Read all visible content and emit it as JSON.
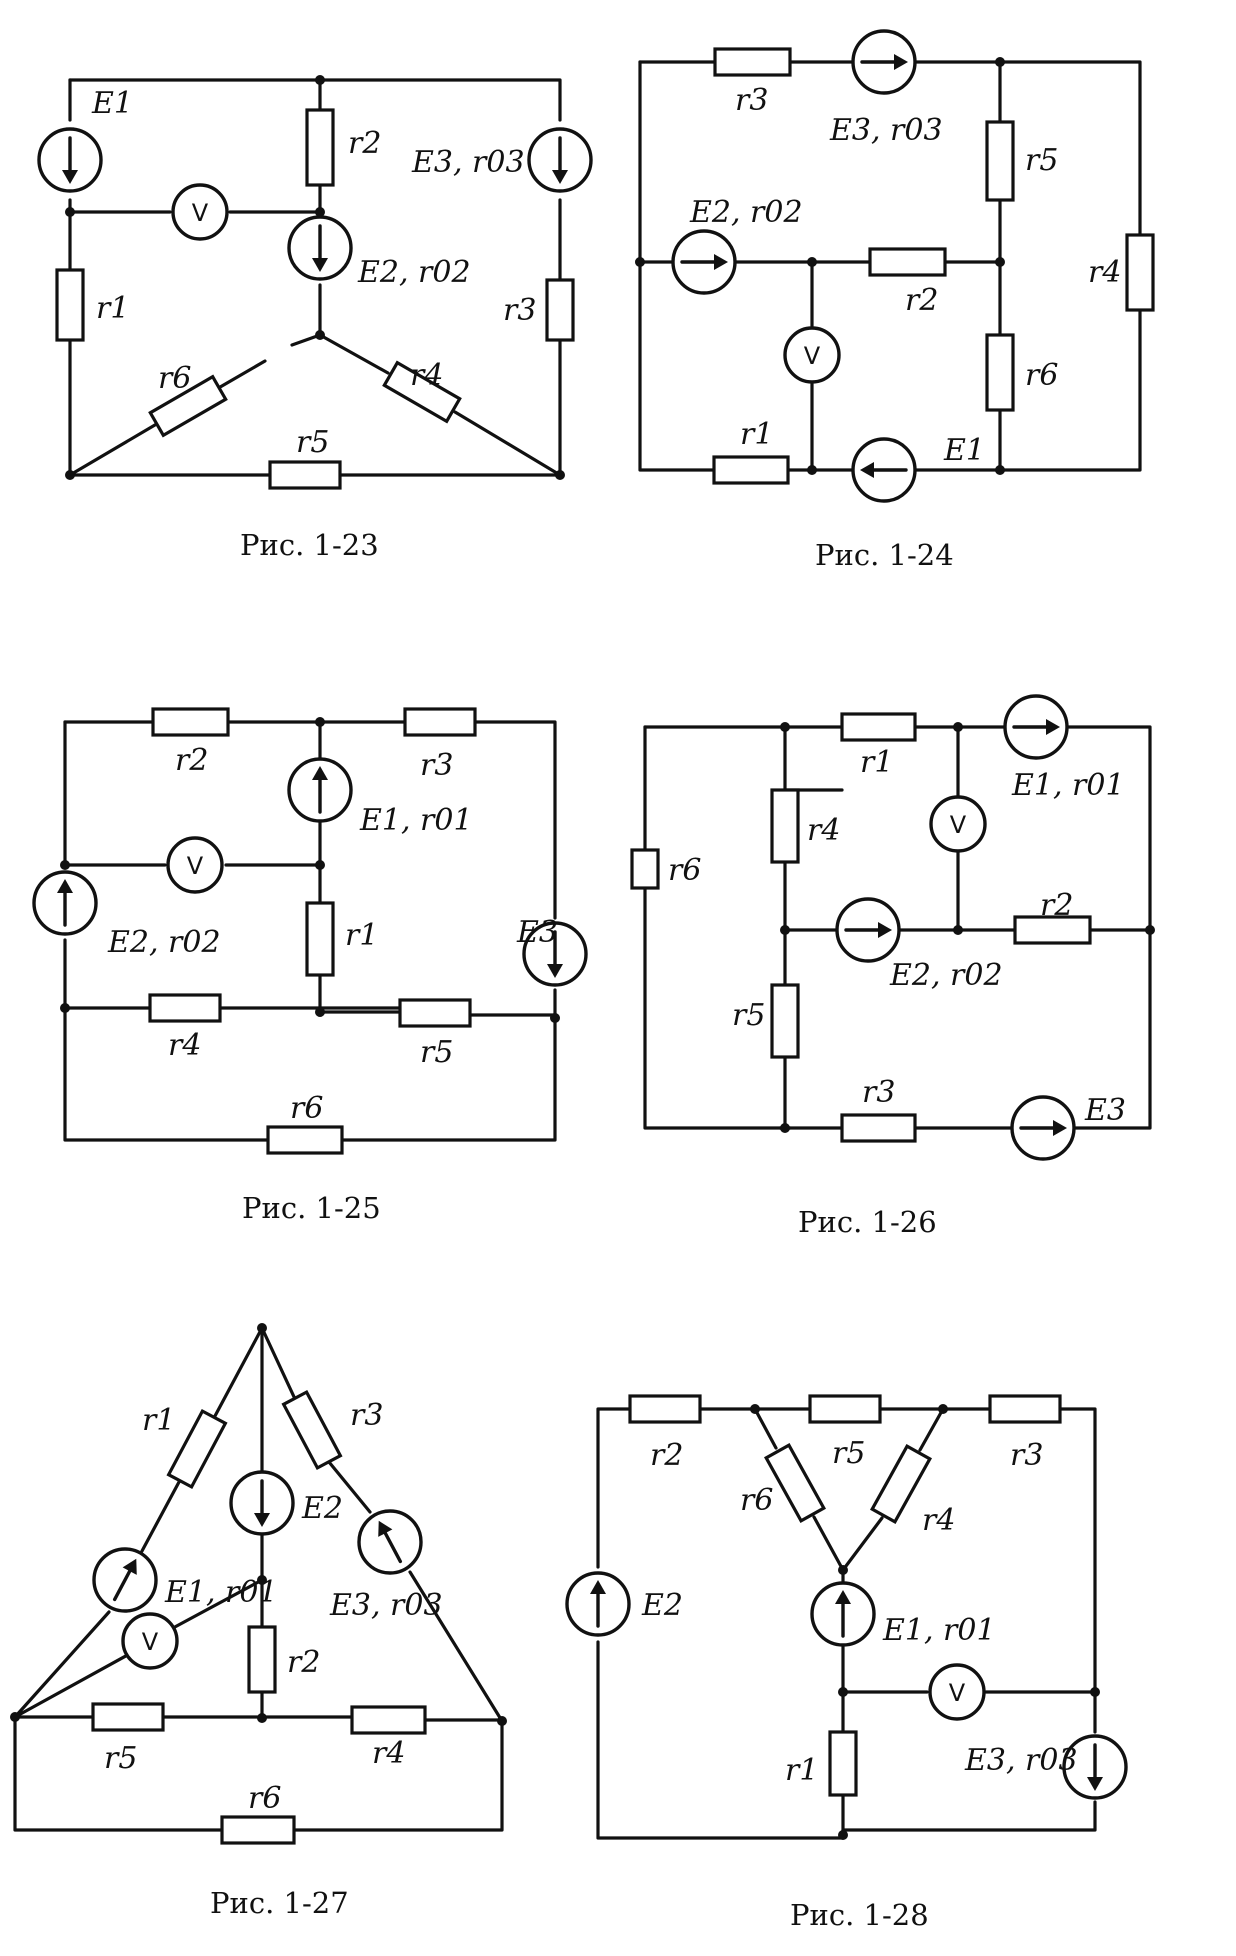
{
  "captions": [
    "Рис. 1-23",
    "Рис. 1-24",
    "Рис. 1-25",
    "Рис. 1-26",
    "Рис. 1-27",
    "Рис. 1-28"
  ],
  "voltmeter_symbol": "V",
  "figures": [
    {
      "caption": "Рис. 1-23",
      "labels": [
        "E1",
        "E2, r02",
        "E3, r03",
        "r1",
        "r2",
        "r3",
        "r4",
        "r5",
        "r6"
      ]
    },
    {
      "caption": "Рис. 1-24",
      "labels": [
        "E1",
        "E2, r02",
        "E3, r03",
        "r1",
        "r2",
        "r3",
        "r4",
        "r5",
        "r6"
      ]
    },
    {
      "caption": "Рис. 1-25",
      "labels": [
        "E1, r01",
        "E2, r02",
        "E3",
        "r1",
        "r2",
        "r3",
        "r4",
        "r5",
        "r6"
      ]
    },
    {
      "caption": "Рис. 1-26",
      "labels": [
        "E1, r01",
        "E2, r02",
        "E3",
        "r1",
        "r2",
        "r3",
        "r4",
        "r5",
        "r6"
      ]
    },
    {
      "caption": "Рис. 1-27",
      "labels": [
        "E1, r01",
        "E2",
        "E3, r03",
        "r1",
        "r2",
        "r3",
        "r4",
        "r5",
        "r6"
      ]
    },
    {
      "caption": "Рис. 1-28",
      "labels": [
        "E1, r01",
        "E2",
        "E3, r03",
        "r1",
        "r2",
        "r3",
        "r4",
        "r5",
        "r6"
      ]
    }
  ]
}
